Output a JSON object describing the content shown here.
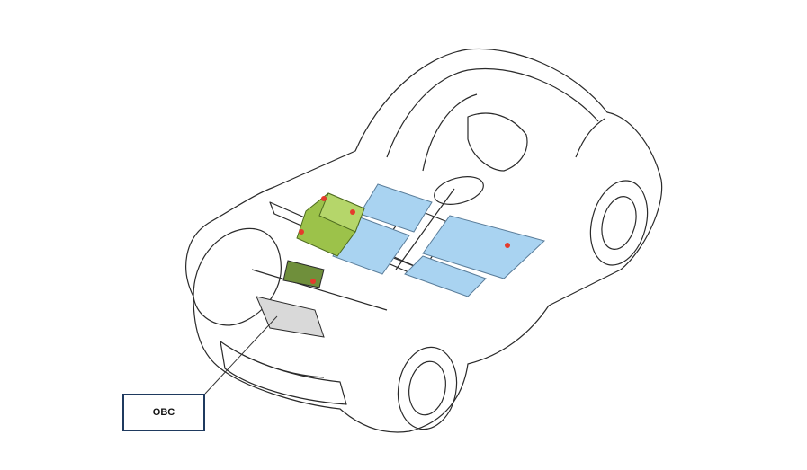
{
  "callout": {
    "label": "OBC"
  },
  "colors": {
    "battery_blue": "#a9d3f1",
    "component_green": "#9cc24a",
    "outline": "#2a2a2a",
    "callout_border": "#1f3a5f",
    "marker_red": "#e53b2c"
  },
  "components": [
    "battery-pack-front-left",
    "battery-pack-front-right",
    "battery-pack-rear-left",
    "battery-pack-rear-right",
    "green-module",
    "obc-unit"
  ]
}
